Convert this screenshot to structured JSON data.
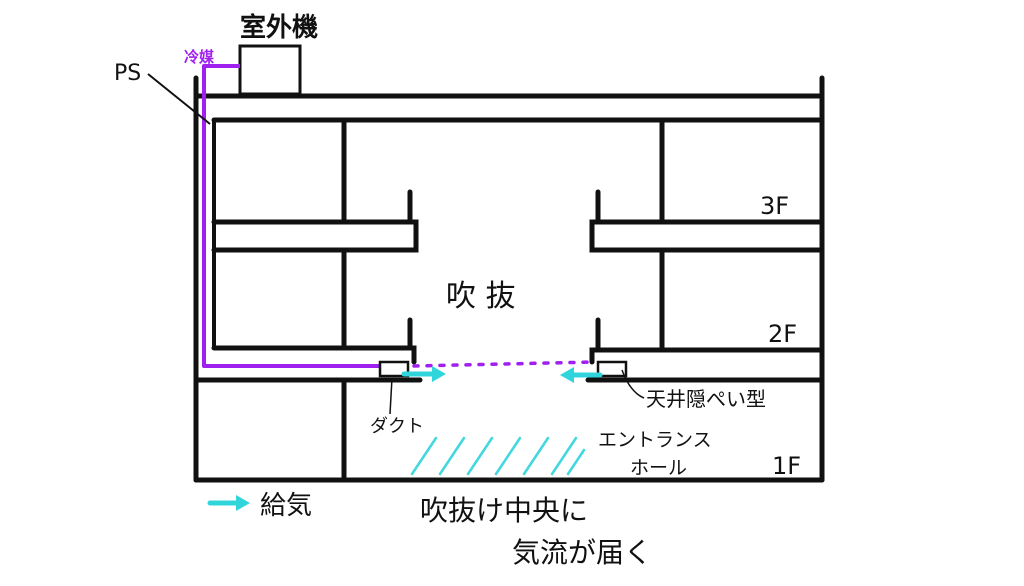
{
  "labels": {
    "outdoor_unit": "室外機",
    "refrigerant_pipe": "冷媒",
    "ps": "PS",
    "atrium": "吹 抜",
    "floor_3": "3F",
    "floor_2": "2F",
    "floor_1": "1F",
    "duct": "ダクト",
    "ceiling_concealed": "天井隠ぺい型",
    "entrance_hall_line1": "エントランス",
    "entrance_hall_line2": "ホール",
    "legend_supply": "給気",
    "caption_line1": "吹抜け中央に",
    "caption_line2": "気流が届く"
  },
  "colors": {
    "line": "#111111",
    "pipe": "#a020f0",
    "airflow": "#30d5dc",
    "hatch": "#40d8e0"
  }
}
